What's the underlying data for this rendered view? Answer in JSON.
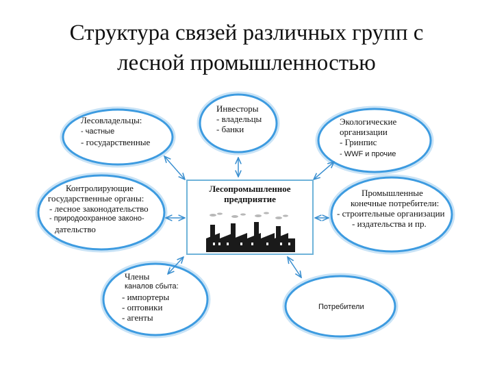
{
  "title": {
    "line1": "Структура связей различных групп с",
    "line2": "лесной промышленностью"
  },
  "center": {
    "line1": "Лесопромышленное",
    "line2": "предприятие",
    "icon": "factory-icon"
  },
  "nodes": {
    "investors": [
      "Инвесторы",
      "- владельцы",
      "- банки"
    ],
    "forest_owners": [
      "Лесовладельцы:",
      "- частные",
      "- государственные"
    ],
    "eco_orgs": [
      "Экологические",
      "организации",
      "- Гринпис",
      "- WWF и прочие"
    ],
    "regulators": [
      "Контролирующие",
      "государственные органы:",
      "- лесное законодательство",
      "- природоохранное законо-",
      "дательство"
    ],
    "industrial": [
      "Промышленные",
      "конечные потребители:",
      "- строительные организации",
      "- издательства и пр."
    ],
    "channels": [
      "Члены",
      "каналов сбыта:",
      "- импортеры",
      "- оптовики",
      "- агенты"
    ],
    "consumers": [
      "Потребители"
    ]
  },
  "colors": {
    "ring": "#3d9be0",
    "ring_glow": "#c9e3f6",
    "box_border": "#6fb3d9",
    "arrow": "#3a8fd0",
    "factory": "#1a1a1a"
  }
}
